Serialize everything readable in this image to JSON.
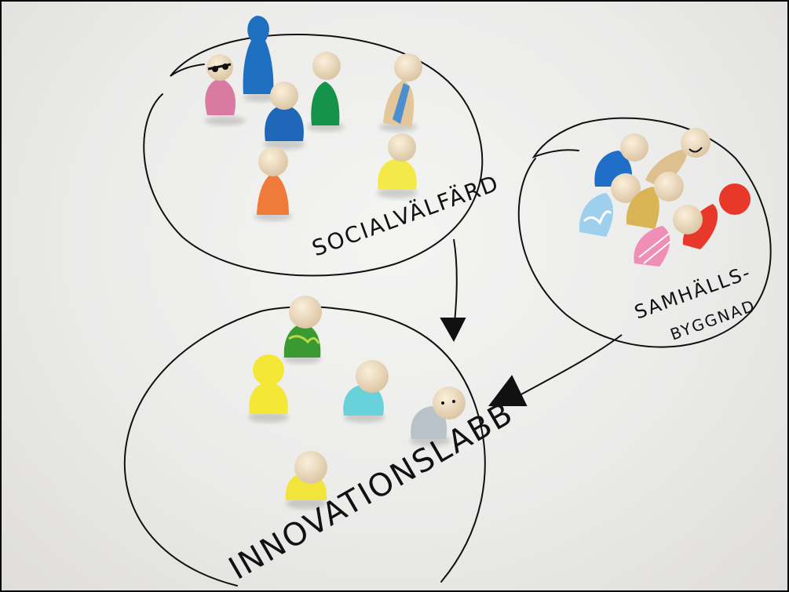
{
  "labels": {
    "social": "SOCIALVÄLFÄRD",
    "samhalls_line1": "SAMHÄLLS-",
    "samhalls_line2": "BYGGNAD",
    "innovation": "INNOVATIONSLABB"
  },
  "colors": {
    "paper": "#ececeb",
    "ink": "#111111",
    "wood": "#e9d8bd"
  }
}
